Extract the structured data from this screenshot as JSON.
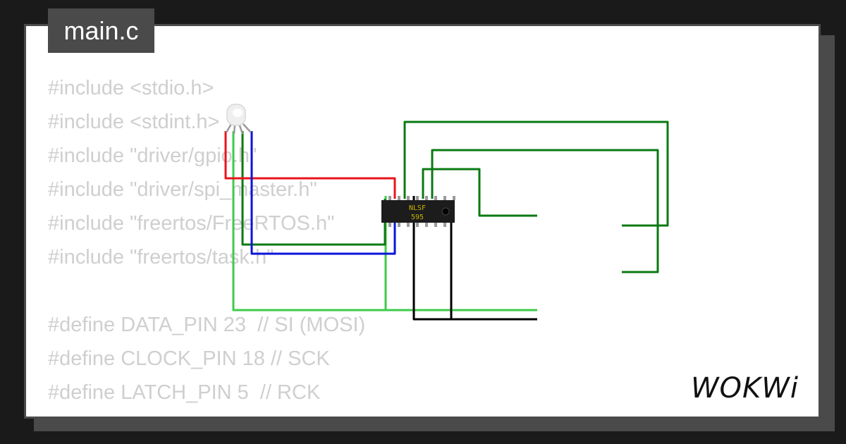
{
  "editor": {
    "file_tab": "main.c",
    "code_lines": [
      "#include <stdio.h>",
      "#include <stdint.h>",
      "#include \"driver/gpio.h\"",
      "#include \"driver/spi_master.h\"",
      "#include \"freertos/FreeRTOS.h\"",
      "#include \"freertos/task.h\"",
      "",
      "#define DATA_PIN 23  // SI (MOSI)",
      "#define CLOCK_PIN 18 // SCK",
      "#define LATCH_PIN 5  // RCK"
    ]
  },
  "circuit": {
    "chip_label_line1": "NLSF",
    "chip_label_line2": "595",
    "components": [
      "rgb-led",
      "shift-register-chip"
    ],
    "wire_colors": {
      "red": "#e8141c",
      "blue": "#0a14d8",
      "dark_green": "#0a7a12",
      "light_green": "#3ecb4a",
      "black": "#000000"
    }
  },
  "brand": {
    "logo_text": "WOKWi"
  },
  "colors": {
    "background": "#1a1a1a",
    "frame": "#4a4a4a",
    "card": "#ffffff",
    "code_text": "#cfcfcf",
    "chip_body": "#1c1c1c",
    "chip_text": "#c8b400"
  }
}
